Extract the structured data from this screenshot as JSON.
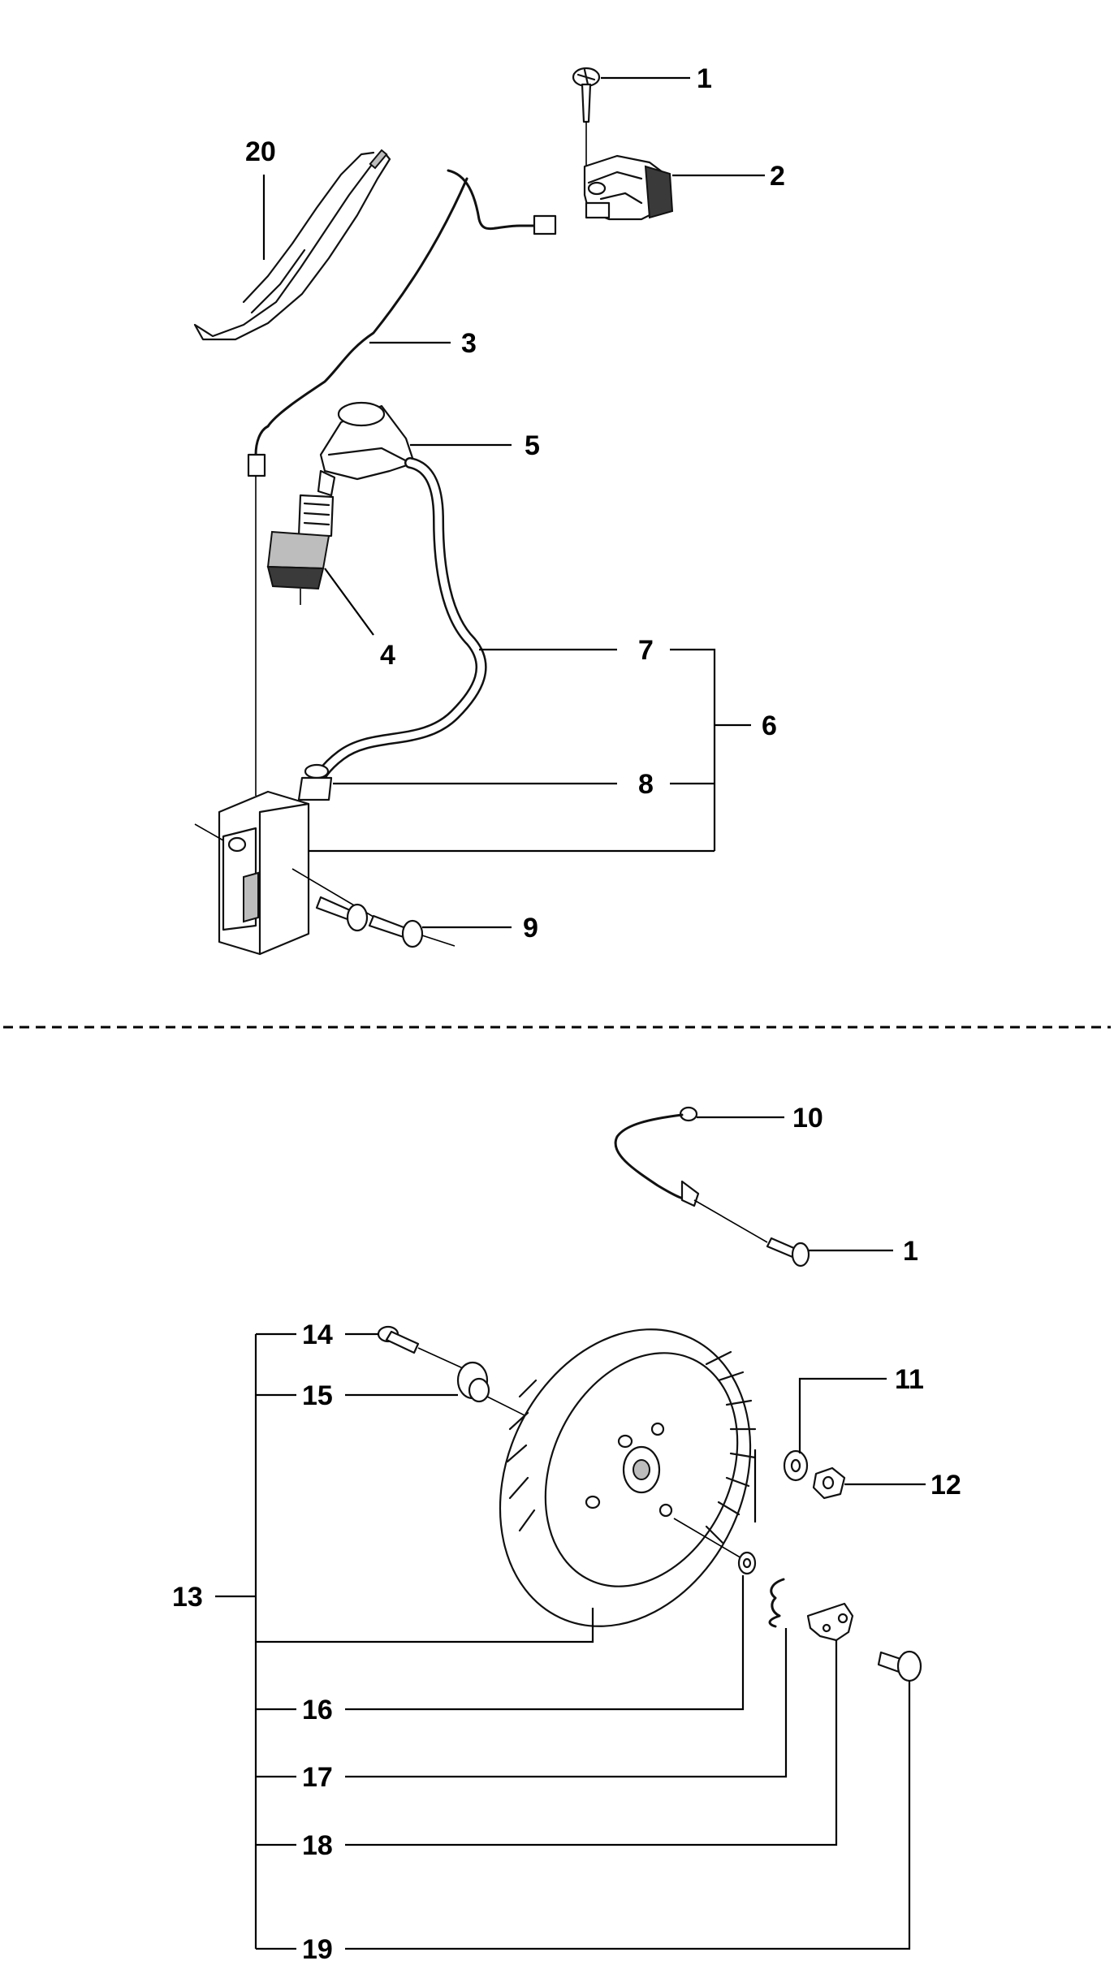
{
  "diagram": {
    "labels": {
      "p1_top": "1",
      "p2": "2",
      "p3": "3",
      "p4": "4",
      "p5": "5",
      "p6": "6",
      "p7": "7",
      "p8": "8",
      "p9": "9",
      "p10": "10",
      "p1_bottom": "1",
      "p11": "11",
      "p12": "12",
      "p13": "13",
      "p14": "14",
      "p15": "15",
      "p16": "16",
      "p17": "17",
      "p18": "18",
      "p19": "19",
      "p20": "20"
    }
  }
}
